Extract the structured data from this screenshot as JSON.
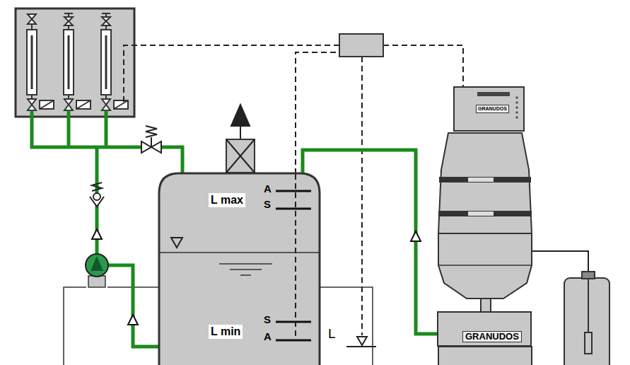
{
  "diagram": {
    "nodes": [
      {
        "text": [
          "L max",
          "L min"
        ]
      },
      {
        "text": [
          "GRANUDOS"
        ]
      },
      {
        "text": [
          "GRANUDOS"
        ]
      }
    ],
    "edges": [
      {
        "from": 2,
        "to": 0,
        "arrow": "to"
      }
    ],
    "labels": [
      "A",
      "S",
      "S",
      "A",
      "L"
    ]
  }
}
